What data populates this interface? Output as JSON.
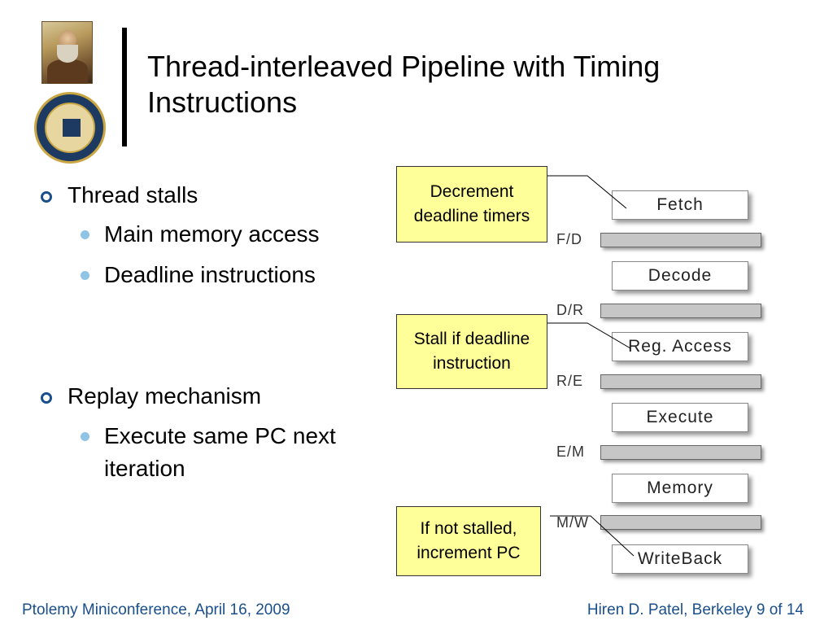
{
  "title": "Thread-interleaved Pipeline with Timing Instructions",
  "bullets": [
    {
      "text": "Thread stalls",
      "subs": [
        "Main memory access",
        "Deadline instructions"
      ]
    },
    {
      "text": "Replay mechanism",
      "subs": [
        "Execute same PC next iteration"
      ]
    }
  ],
  "notes": {
    "decrement": "Decrement deadline timers",
    "stall": "Stall if deadline instruction",
    "increment": "If not stalled, increment PC"
  },
  "stages": [
    "Fetch",
    "Decode",
    "Reg. Access",
    "Execute",
    "Memory",
    "WriteBack"
  ],
  "registers": [
    "F/D",
    "D/R",
    "R/E",
    "E/M",
    "M/W"
  ],
  "footer": {
    "left": "Ptolemy Miniconference, April 16, 2009",
    "right": "Hiren D. Patel, Berkeley 9 of 14"
  },
  "colors": {
    "accent": "#1a4f8b",
    "note_fill": "#ffff99",
    "sub_bullet": "#8fc4e6",
    "register_fill": "#c6c6c6"
  },
  "icons": [
    "portrait-logo",
    "university-seal-logo"
  ]
}
